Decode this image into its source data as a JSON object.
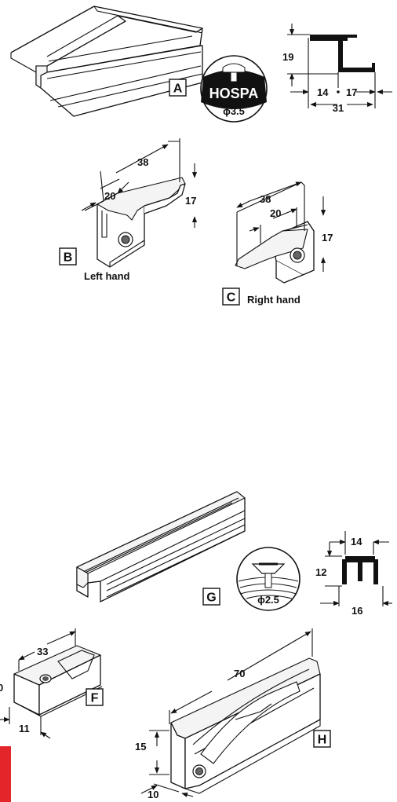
{
  "parts": {
    "a": {
      "label": "A",
      "screw_brand": "HOSPA",
      "screw_diameter": "ϕ3.5",
      "dims": {
        "height": "19",
        "left": "14",
        "right": "17",
        "total": "31"
      }
    },
    "b": {
      "label": "B",
      "caption": "Left hand",
      "dims": {
        "length": "38",
        "offset": "20",
        "height": "17"
      }
    },
    "c": {
      "label": "C",
      "caption": "Right hand",
      "dims": {
        "length": "38",
        "offset": "20",
        "height": "17"
      }
    },
    "g": {
      "label": "G",
      "screw_diameter": "ϕ2.5",
      "dims": {
        "top": "14",
        "height": "12",
        "bottom": "16"
      }
    },
    "f": {
      "label": "F",
      "dims": {
        "length": "33",
        "height": "0",
        "width": "11"
      }
    },
    "h": {
      "label": "H",
      "dims": {
        "length": "70",
        "height": "15",
        "width": "10"
      }
    }
  },
  "colors": {
    "accent_tab": "#e3262a",
    "ink": "#111111"
  }
}
